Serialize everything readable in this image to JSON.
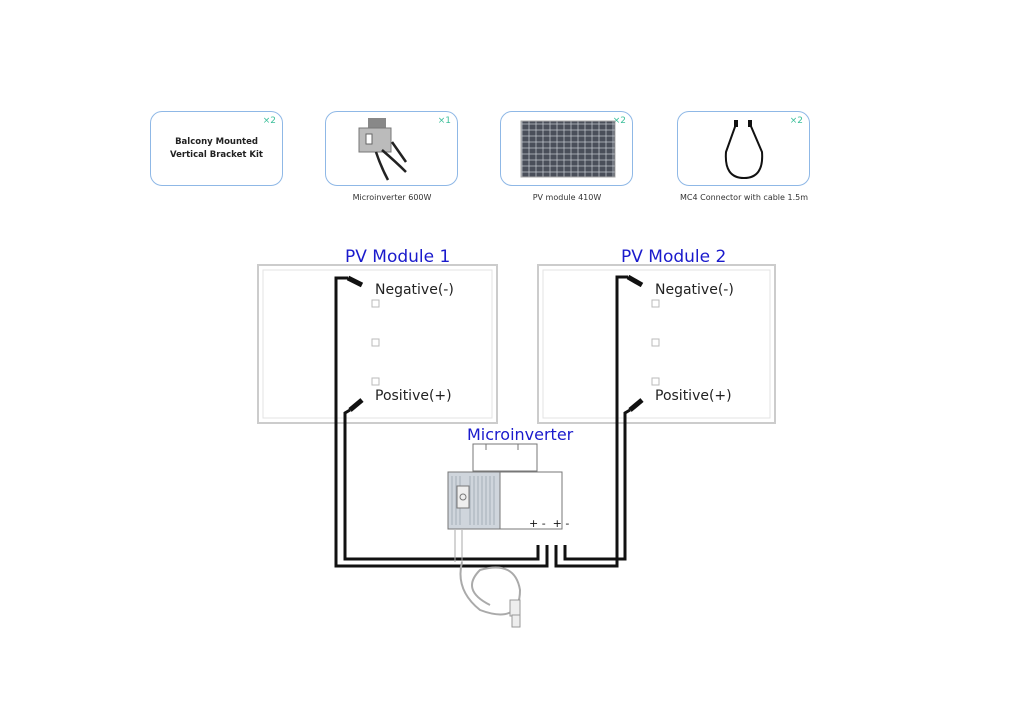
{
  "kit": [
    {
      "name": "Balcony Mounted Vertical Bracket Kit",
      "qty": "×2",
      "caption": ""
    },
    {
      "name": "",
      "qty": "×1",
      "caption": "Microinverter 600W",
      "icon": "microinverter-icon"
    },
    {
      "name": "",
      "qty": "×2",
      "caption": "PV module 410W",
      "icon": "solar-panel-icon"
    },
    {
      "name": "",
      "qty": "×2",
      "caption": "MC4 Connector with cable 1.5m",
      "icon": "cable-icon"
    }
  ],
  "diagram": {
    "module1_title": "PV Module 1",
    "module2_title": "PV Module 2",
    "negative_label": "Negative(-)",
    "positive_label": "Positive(+)",
    "inverter_title": "Microinverter",
    "terminal_labels": "+ -  + -",
    "title_color": "#1a1acc"
  }
}
